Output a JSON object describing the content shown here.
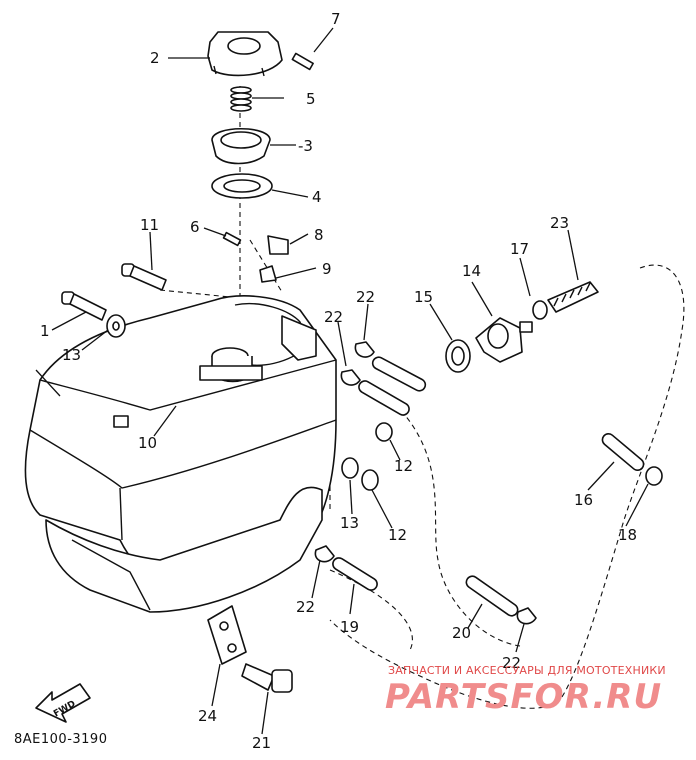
{
  "diagram": {
    "part_code": "8AE100-3190",
    "fwd_label": "FWD",
    "labels": [
      "7",
      "2",
      "5",
      "3",
      "4",
      "6",
      "8",
      "9",
      "11",
      "22",
      "22",
      "1",
      "13",
      "15",
      "14",
      "17",
      "23",
      "10",
      "12",
      "13",
      "12",
      "16",
      "18",
      "22",
      "19",
      "20",
      "22",
      "24",
      "21"
    ],
    "prefixed_labels": {
      "dash_3": "-3"
    },
    "tank_label": "1"
  },
  "watermark": {
    "caption": "ЗАПЧАСТИ И АКСЕССУАРЫ ДЛЯ МОТОТЕХНИКИ",
    "brand": "PARTSFOR.RU"
  }
}
